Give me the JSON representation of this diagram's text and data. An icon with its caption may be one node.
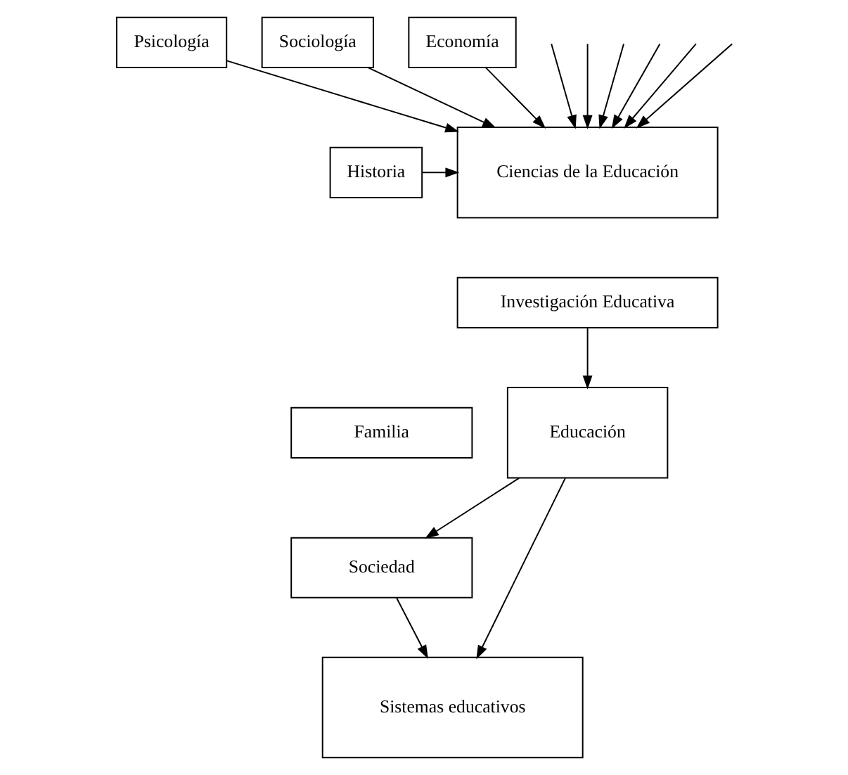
{
  "diagram": {
    "nodes": [
      {
        "text": [
          "Psicología"
        ]
      },
      {
        "text": [
          "Sociología"
        ]
      },
      {
        "text": [
          "Economía"
        ]
      },
      {
        "text": [
          "Ciencias de la Educación"
        ]
      },
      {
        "text": [
          "Historia"
        ]
      },
      {
        "text": [
          "Investigación Educativa"
        ]
      },
      {
        "text": [
          "Educación"
        ]
      },
      {
        "text": [
          "Familia"
        ]
      },
      {
        "text": [
          "Sociedad"
        ]
      },
      {
        "text": [
          "Sistemas educativos"
        ]
      }
    ],
    "edges": [
      {
        "from": 0,
        "to": 3,
        "arrow": "to"
      },
      {
        "from": null,
        "to": 3,
        "arrow": "to"
      },
      {
        "from": 1,
        "to": 3,
        "arrow": "to"
      },
      {
        "from": null,
        "to": 3,
        "arrow": "to"
      },
      {
        "from": 2,
        "to": 3,
        "arrow": "to"
      },
      {
        "from": null,
        "to": 3,
        "arrow": "to"
      },
      {
        "from": null,
        "to": 3,
        "arrow": "to"
      },
      {
        "from": null,
        "to": 3,
        "arrow": "to"
      },
      {
        "from": 4,
        "to": 3,
        "arrow": "to"
      },
      {
        "from": null,
        "to": 3,
        "arrow": "to"
      },
      {
        "from": 5,
        "to": 6,
        "arrow": "to"
      },
      {
        "from": 6,
        "to": 9,
        "arrow": "to"
      },
      {
        "from": 6,
        "to": 8,
        "arrow": "to"
      },
      {
        "from": 8,
        "to": 9,
        "arrow": "to"
      }
    ]
  }
}
